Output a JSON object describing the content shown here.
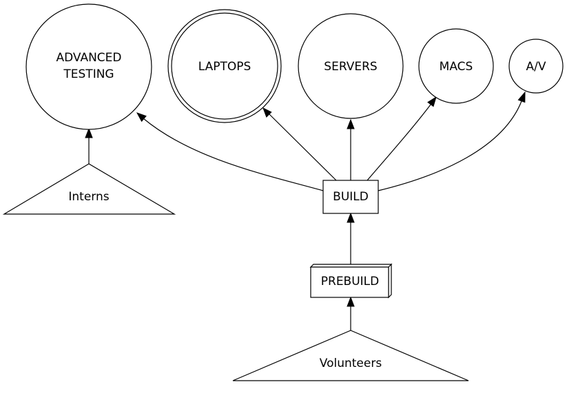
{
  "nodes": {
    "advanced_testing": {
      "line1": "ADVANCED",
      "line2": "TESTING",
      "shape": "circle"
    },
    "laptops": {
      "label": "LAPTOPS",
      "shape": "double-circle"
    },
    "servers": {
      "label": "SERVERS",
      "shape": "circle"
    },
    "macs": {
      "label": "MACS",
      "shape": "circle"
    },
    "av": {
      "label": "A/V",
      "shape": "circle"
    },
    "build": {
      "label": "BUILD",
      "shape": "box"
    },
    "prebuild": {
      "label": "PREBUILD",
      "shape": "box3d"
    },
    "interns": {
      "label": "Interns",
      "shape": "triangle"
    },
    "volunteers": {
      "label": "Volunteers",
      "shape": "triangle"
    }
  },
  "edges": [
    {
      "from": "Interns",
      "to": "ADVANCED TESTING"
    },
    {
      "from": "BUILD",
      "to": "ADVANCED TESTING"
    },
    {
      "from": "BUILD",
      "to": "LAPTOPS"
    },
    {
      "from": "BUILD",
      "to": "SERVERS"
    },
    {
      "from": "BUILD",
      "to": "MACS"
    },
    {
      "from": "BUILD",
      "to": "A/V"
    },
    {
      "from": "PREBUILD",
      "to": "BUILD"
    },
    {
      "from": "Volunteers",
      "to": "PREBUILD"
    }
  ],
  "colors": {
    "stroke": "#000000",
    "fill": "#ffffff",
    "background": "#ffffff"
  }
}
